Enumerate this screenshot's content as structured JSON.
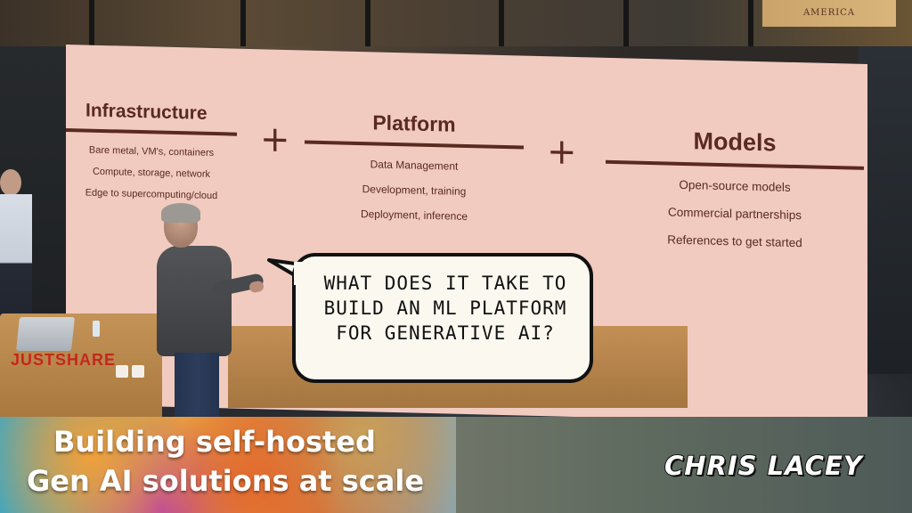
{
  "slide": {
    "columns": [
      {
        "heading": "Infrastructure",
        "items": [
          "Bare metal, VM's, containers",
          "Compute, storage, network",
          "Edge to supercomputing/cloud"
        ]
      },
      {
        "heading": "Platform",
        "items": [
          "Data Management",
          "Development, training",
          "Deployment, inference"
        ]
      },
      {
        "heading": "Models",
        "items": [
          "Open-source models",
          "Commercial partnerships",
          "References to get started"
        ]
      }
    ],
    "operator": "+",
    "background_color": "#f1cbc0",
    "text_color": "#5a2a20"
  },
  "speech_bubble": {
    "text": "WHAT DOES IT TAKE TO BUILD AN ML PLATFORM FOR GENERATIVE AI?"
  },
  "podium": {
    "brand_first": "JUST",
    "brand_second": "SHARE",
    "brand_color": "#c4271f"
  },
  "lower_third": {
    "title_line1": "Building self-hosted",
    "title_line2": "Gen AI solutions at scale",
    "speaker": "CHRIS LACEY"
  },
  "poster": {
    "text": "AMERICA"
  }
}
